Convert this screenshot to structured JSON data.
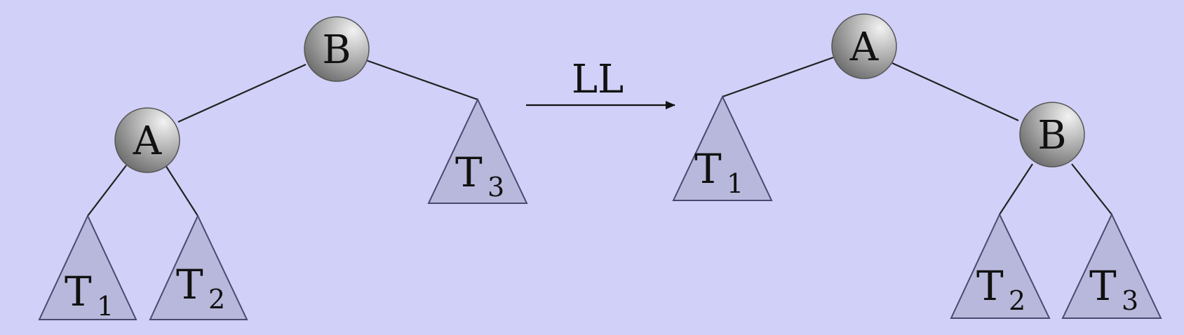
{
  "colors": {
    "background": "#d0d0f8",
    "edge": "#222222",
    "node_light": "#f2f2f2",
    "node_dark": "#707070",
    "subtree_fill": "#b8b8dc",
    "subtree_stroke": "#4a4a70"
  },
  "before": {
    "root_label": "B",
    "child_label": "A",
    "t1": {
      "letter": "T",
      "sub": "1"
    },
    "t2": {
      "letter": "T",
      "sub": "2"
    },
    "t3": {
      "letter": "T",
      "sub": "3"
    }
  },
  "rotation": {
    "label": "LL"
  },
  "after": {
    "root_label": "A",
    "child_label": "B",
    "t1": {
      "letter": "T",
      "sub": "1"
    },
    "t2": {
      "letter": "T",
      "sub": "2"
    },
    "t3": {
      "letter": "T",
      "sub": "3"
    }
  }
}
